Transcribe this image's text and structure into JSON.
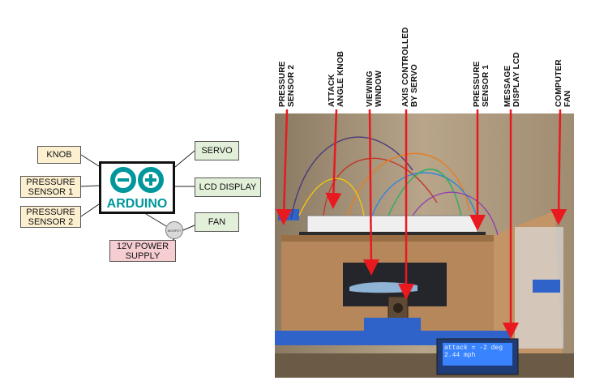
{
  "diagram": {
    "inputs": [
      {
        "label": "KNOB"
      },
      {
        "label": "PRESSURE\nSENSOR 1"
      },
      {
        "label": "PRESSURE\nSENSOR 2"
      }
    ],
    "outputs": [
      {
        "label": "SERVO"
      },
      {
        "label": "LCD DISPLAY"
      },
      {
        "label": "FAN"
      }
    ],
    "power": {
      "label": "12V POWER\nSUPPLY"
    },
    "mosfet": {
      "label": "MOSFET"
    },
    "controller": {
      "logo_text": "ARDUINO",
      "color": "#00979c"
    }
  },
  "photo": {
    "labels": [
      {
        "text": "PRESSURE\nSENSOR 2"
      },
      {
        "text": "ATTACK\nANGLE KNOB"
      },
      {
        "text": "VIEWING\nWINDOW"
      },
      {
        "text": "AXIS CONTROLLED\nBY SERVO"
      },
      {
        "text": "PRESSURE\nSENSOR 1"
      },
      {
        "text": "MESSAGE\nDISPLAY LCD"
      },
      {
        "text": "COMPUTER\nFAN"
      }
    ],
    "lcd": {
      "line1": "attack = -2 deg",
      "line2": "2.44 mph"
    },
    "arrow_color": "#e8191f"
  }
}
